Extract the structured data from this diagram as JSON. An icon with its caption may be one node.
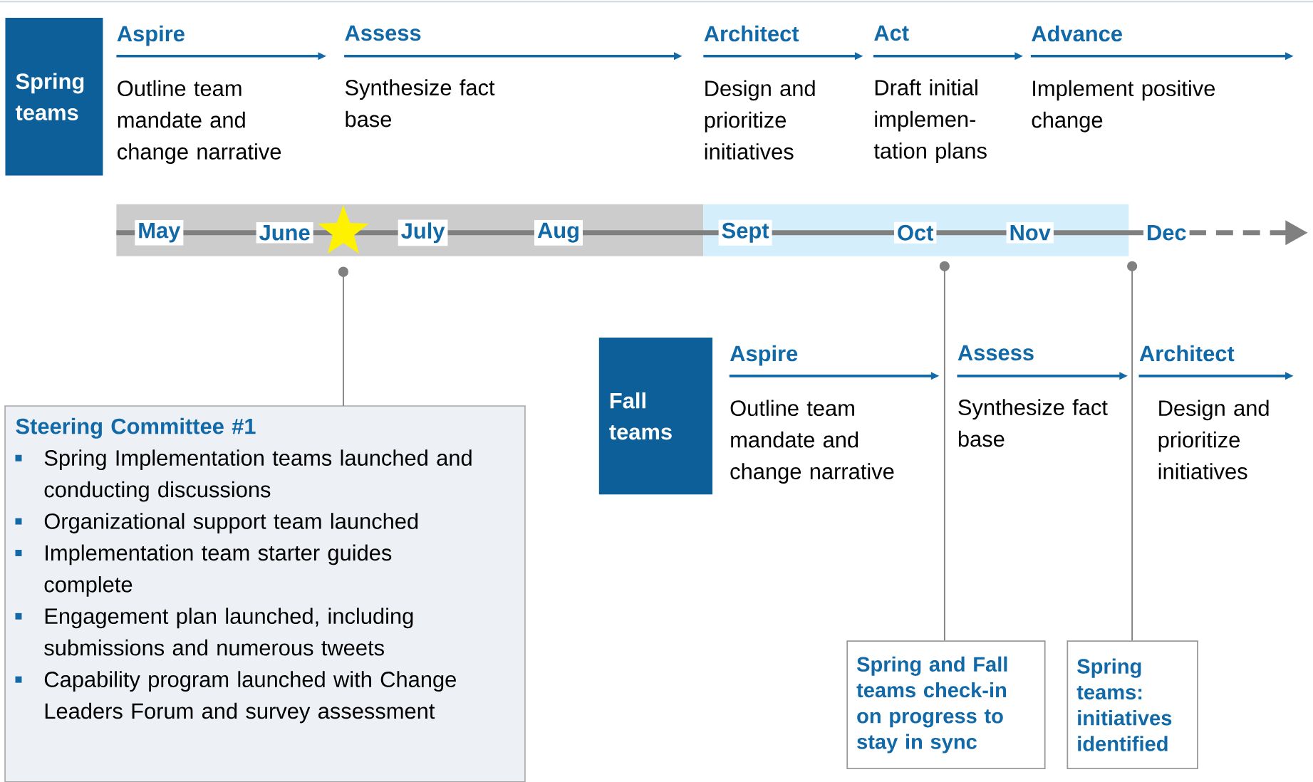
{
  "diagram": {
    "nodes": [
      {
        "text": [
          "Spring teams"
        ]
      },
      {
        "text": [
          "Aspire",
          "Outline team mandate and change narrative"
        ]
      },
      {
        "text": [
          "Assess",
          "Synthesize fact base"
        ]
      },
      {
        "text": [
          "Architect",
          "Design and prioritize initiatives"
        ]
      },
      {
        "text": [
          "Act",
          "Draft initial implemen- tation plans"
        ]
      },
      {
        "text": [
          "Advance",
          "Implement positive change"
        ]
      },
      {
        "text": [],
        "shape": "star"
      },
      {
        "text": [
          "Steering Committee #1",
          "Spring Implementation teams launched and conducting discussions",
          "Organizational support team launched",
          "Implementation team starter guides complete",
          "Engagement plan launched, including submissions and numerous tweets",
          "Capability program launched with Change Leaders Forum and survey assessment"
        ]
      },
      {
        "text": [
          "Fall teams"
        ]
      },
      {
        "text": [
          "Aspire",
          "Outline team mandate and change narrative"
        ]
      },
      {
        "text": [
          "Assess",
          "Synthesize fact base"
        ]
      },
      {
        "text": [
          "Architect",
          "Design and prioritize initiatives"
        ]
      },
      {
        "text": [
          "Spring and Fall teams check-in on progress to stay in sync"
        ]
      },
      {
        "text": [
          "Spring teams: initiatives identified"
        ]
      }
    ],
    "edges": [
      {
        "from": 7,
        "to": 6,
        "arrow": "other"
      },
      {
        "from": 12,
        "to": null,
        "arrow": "other"
      },
      {
        "from": 13,
        "to": null,
        "arrow": "other"
      }
    ],
    "labels": [
      "May",
      "June",
      "July",
      "Aug",
      "Sept",
      "Oct",
      "Nov",
      "Dec"
    ]
  }
}
